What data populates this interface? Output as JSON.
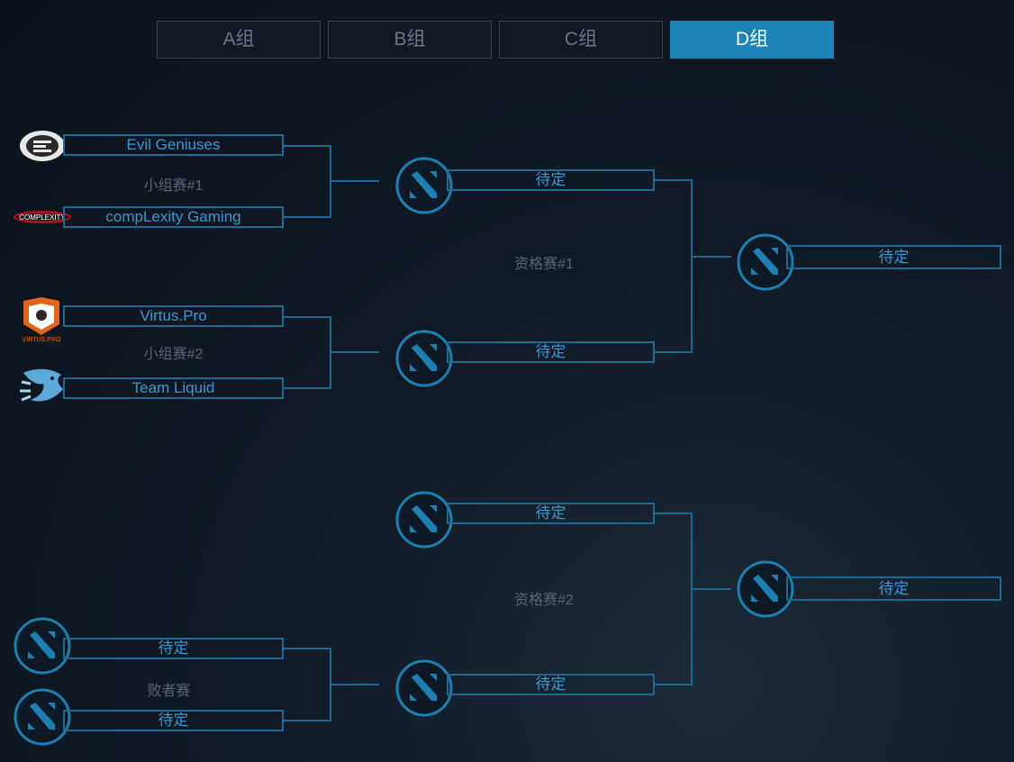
{
  "tabs": [
    {
      "label": "A组",
      "active": false
    },
    {
      "label": "B组",
      "active": false
    },
    {
      "label": "C组",
      "active": false
    },
    {
      "label": "D组",
      "active": true
    }
  ],
  "group_matches": [
    {
      "label": "小组赛#1",
      "teams": [
        "Evil Geniuses",
        "compLexity Gaming"
      ]
    },
    {
      "label": "小组赛#2",
      "teams": [
        "Virtus.Pro",
        "Team Liquid"
      ]
    }
  ],
  "losers_match": {
    "label": "败者赛",
    "teams": [
      "待定",
      "待定"
    ]
  },
  "qualifiers": [
    {
      "label": "资格赛#1",
      "slots": [
        "待定",
        "待定"
      ],
      "winner": "待定"
    },
    {
      "label": "资格赛#2",
      "slots": [
        "待定",
        "待定"
      ],
      "winner": "待定"
    }
  ],
  "colors": {
    "accent": "#1b83b5",
    "line": "#1d6a95",
    "text": "#3c98d0",
    "muted": "#5c6572"
  }
}
